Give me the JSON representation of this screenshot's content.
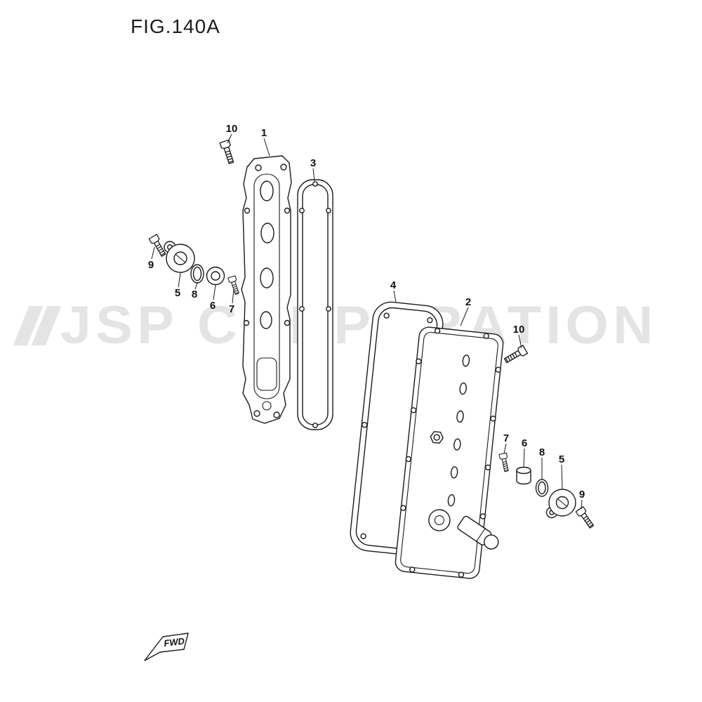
{
  "page": {
    "title": "FIG.140A",
    "watermark_text": "JSP CORPORATION",
    "fwd_label": "FWD"
  },
  "colors": {
    "line": "#1a1a1a",
    "watermark": "#e4e4e4",
    "background": "#ffffff"
  },
  "callouts": [
    {
      "label": "10"
    },
    {
      "label": "1"
    },
    {
      "label": "3"
    },
    {
      "label": "9"
    },
    {
      "label": "5"
    },
    {
      "label": "8"
    },
    {
      "label": "6"
    },
    {
      "label": "7"
    },
    {
      "label": "4"
    },
    {
      "label": "2"
    },
    {
      "label": "10"
    },
    {
      "label": "7"
    },
    {
      "label": "6"
    },
    {
      "label": "8"
    },
    {
      "label": "5"
    },
    {
      "label": "9"
    }
  ]
}
